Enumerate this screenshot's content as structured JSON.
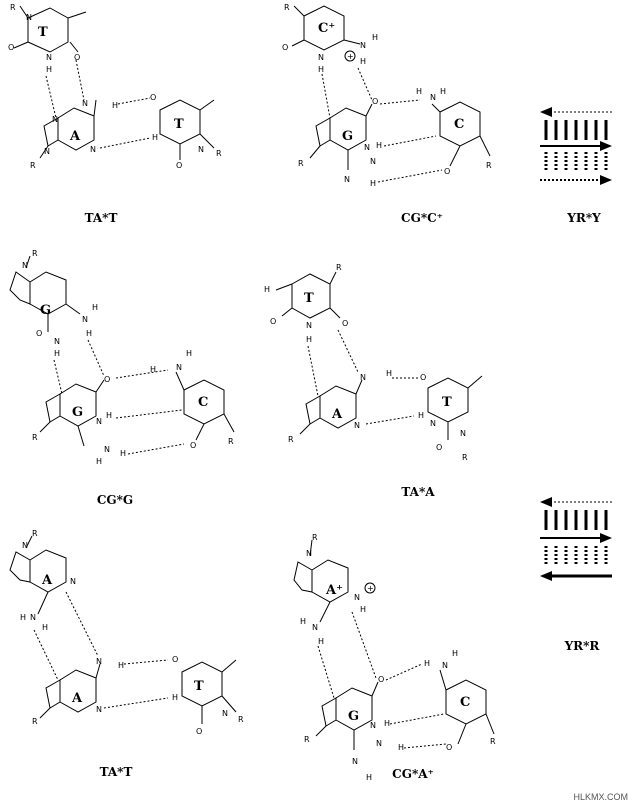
{
  "triplets": [
    {
      "caption": "TA*T",
      "hoogsteen_base": "T",
      "purine": "A",
      "wc_base": "T"
    },
    {
      "caption": "CG*C⁺",
      "hoogsteen_base": "C⁺",
      "purine": "G",
      "wc_base": "C"
    },
    {
      "caption": "CG*G",
      "hoogsteen_base": "G",
      "purine": "G",
      "wc_base": "C"
    },
    {
      "caption": "TA*A",
      "hoogsteen_base": "T",
      "purine": "A",
      "wc_base": "T"
    },
    {
      "caption": "TA*T",
      "hoogsteen_base": "A",
      "purine": "A",
      "wc_base": "T"
    },
    {
      "caption": "CG*A⁺",
      "hoogsteen_base": "A⁺",
      "purine": "G",
      "wc_base": "C"
    }
  ],
  "motifs": [
    {
      "label": "YR*Y"
    },
    {
      "label": "YR*R"
    }
  ],
  "atoms": {
    "N": "N",
    "H": "H",
    "O": "O",
    "R": "R",
    "plus": "+"
  },
  "watermark": "HLKMX.COM"
}
